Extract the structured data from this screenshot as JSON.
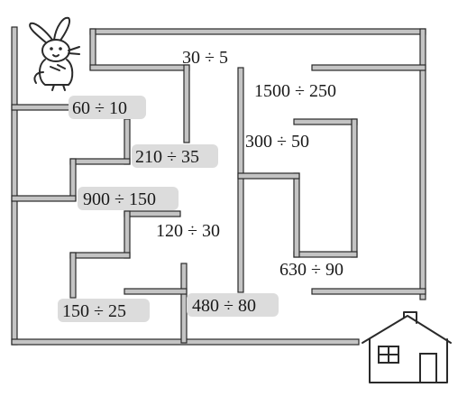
{
  "maze": {
    "expressions": [
      {
        "id": "e1",
        "text": "30 ÷ 5",
        "highlighted": false
      },
      {
        "id": "e2",
        "text": "1500 ÷ 250",
        "highlighted": false
      },
      {
        "id": "e3",
        "text": "60 ÷ 10",
        "highlighted": true
      },
      {
        "id": "e4",
        "text": "210 ÷ 35",
        "highlighted": true
      },
      {
        "id": "e5",
        "text": "300 ÷ 50",
        "highlighted": false
      },
      {
        "id": "e6",
        "text": "900 ÷ 150",
        "highlighted": true
      },
      {
        "id": "e7",
        "text": "120 ÷ 30",
        "highlighted": false
      },
      {
        "id": "e8",
        "text": "630 ÷ 90",
        "highlighted": false
      },
      {
        "id": "e9",
        "text": "150 ÷ 25",
        "highlighted": true
      },
      {
        "id": "e10",
        "text": "480 ÷ 80",
        "highlighted": true
      }
    ],
    "colors": {
      "wall": "#c4c4c4",
      "outline": "#2a2a2a",
      "highlight": "#dcdcdc"
    },
    "icons": {
      "start": "rabbit-icon",
      "goal": "house-icon"
    }
  }
}
